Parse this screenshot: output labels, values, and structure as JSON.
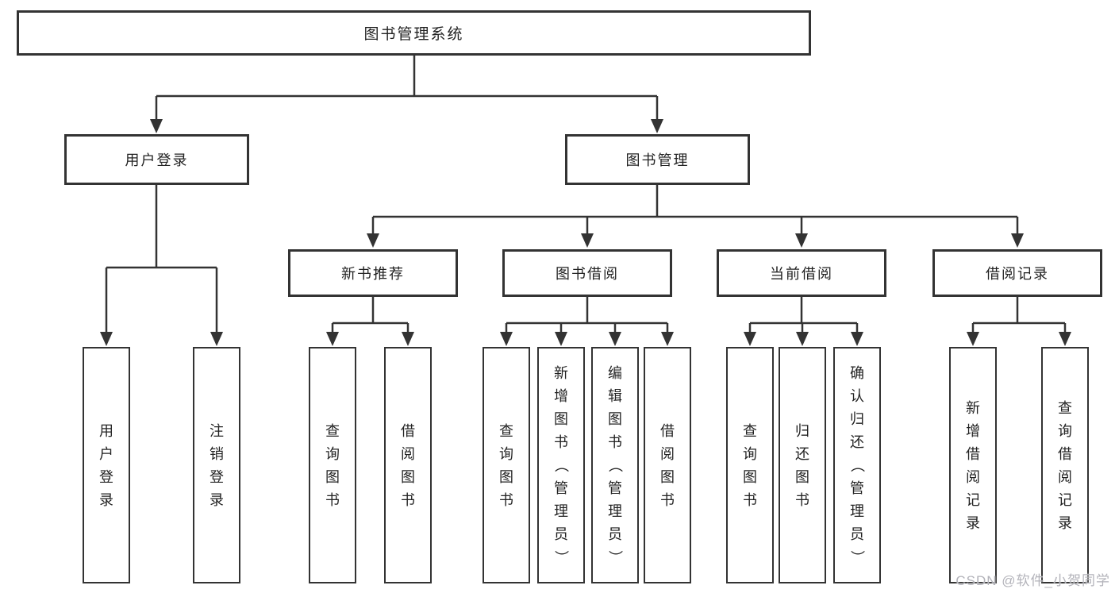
{
  "colors": {
    "line": "#333333",
    "text": "#222222",
    "watermark": "#b3b3ba"
  },
  "tree": {
    "label": "图书管理系统",
    "children": [
      {
        "label": "用户登录",
        "children": [
          {
            "label": "用户登录"
          },
          {
            "label": "注销登录"
          }
        ]
      },
      {
        "label": "图书管理",
        "children": [
          {
            "label": "新书推荐",
            "children": [
              {
                "label": "查询图书"
              },
              {
                "label": "借阅图书"
              }
            ]
          },
          {
            "label": "图书借阅",
            "children": [
              {
                "label": "查询图书"
              },
              {
                "label": "新增图书（管理员）"
              },
              {
                "label": "编辑图书（管理员）"
              },
              {
                "label": "借阅图书"
              }
            ]
          },
          {
            "label": "当前借阅",
            "children": [
              {
                "label": "查询图书"
              },
              {
                "label": "归还图书"
              },
              {
                "label": "确认归还（管理员）"
              }
            ]
          },
          {
            "label": "借阅记录",
            "children": [
              {
                "label": "新增借阅记录"
              },
              {
                "label": "查询借阅记录"
              }
            ]
          }
        ]
      }
    ]
  },
  "watermark": {
    "text": "CSDN @软件_小贺同学"
  }
}
